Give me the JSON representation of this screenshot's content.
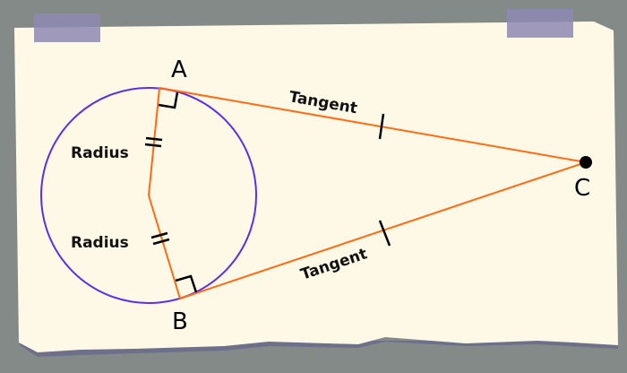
{
  "diagram": {
    "points": {
      "a": "A",
      "b": "B",
      "c": "C"
    },
    "labels": {
      "radius_top": "Radius",
      "radius_bottom": "Radius",
      "tangent_top": "Tangent",
      "tangent_bottom": "Tangent"
    },
    "colors": {
      "background": "#838a88",
      "paper": "#fef9e7",
      "tape": "#8e88b3",
      "circle": "#5b2ee8",
      "lines": "#ff6a13",
      "marks": "#000000"
    }
  }
}
